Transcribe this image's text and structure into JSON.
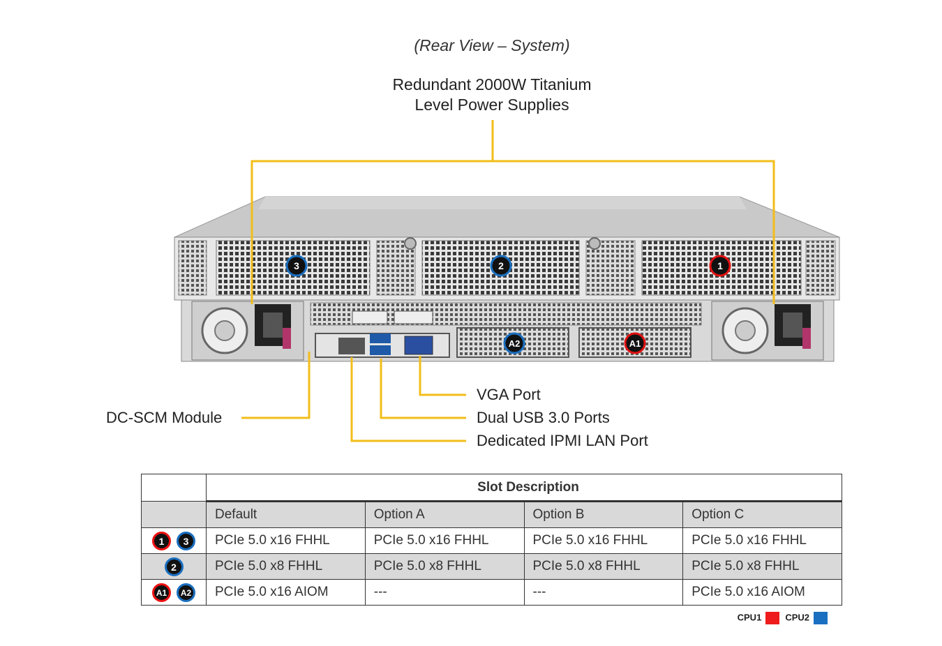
{
  "title": "(Rear View – System)",
  "psu_label": [
    "Redundant 2000W Titanium",
    "Level Power Supplies"
  ],
  "callouts": {
    "vga": "VGA Port",
    "usb": "Dual USB 3.0 Ports",
    "ipmi": "Dedicated IPMI LAN Port",
    "dcscm": "DC-SCM Module"
  },
  "chassis_badges": {
    "slot3": "3",
    "slot2": "2",
    "slot1": "1",
    "a2": "A2",
    "a1": "A1"
  },
  "table": {
    "header": "Slot Description",
    "columns": [
      "Default",
      "Option A",
      "Option B",
      "Option C"
    ],
    "rows": [
      {
        "badges": [
          {
            "label": "1",
            "cpu": "cpu1"
          },
          {
            "label": "3",
            "cpu": "cpu2"
          }
        ],
        "cells": [
          "PCIe 5.0 x16 FHHL",
          "PCIe 5.0 x16 FHHL",
          "PCIe 5.0 x16 FHHL",
          "PCIe 5.0 x16 FHHL"
        ]
      },
      {
        "badges": [
          {
            "label": "2",
            "cpu": "cpu2"
          }
        ],
        "cells": [
          "PCIe 5.0 x8 FHHL",
          "PCIe 5.0 x8 FHHL",
          "PCIe 5.0 x8 FHHL",
          "PCIe 5.0 x8 FHHL"
        ]
      },
      {
        "badges": [
          {
            "label": "A1",
            "cpu": "cpu1"
          },
          {
            "label": "A2",
            "cpu": "cpu2"
          }
        ],
        "cells": [
          "PCIe 5.0 x16 AIOM",
          "---",
          "---",
          "PCIe 5.0 x16 AIOM"
        ]
      }
    ]
  },
  "legend": {
    "cpu1": {
      "label": "CPU1",
      "color": "#ee1c1c"
    },
    "cpu2": {
      "label": "CPU2",
      "color": "#1a6fc0"
    }
  },
  "colors": {
    "callout_line": "#f2be1a",
    "cpu1_ring": "#e11111",
    "cpu2_ring": "#1a6fc0"
  }
}
